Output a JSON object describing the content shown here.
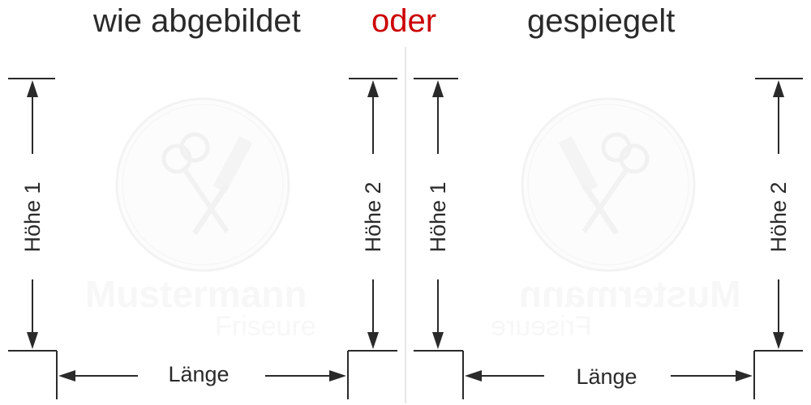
{
  "header": {
    "left_title": "wie abgebildet",
    "middle_title": "oder",
    "right_title": "gespiegelt"
  },
  "colors": {
    "text": "#2a2a2a",
    "accent": "#cc0000",
    "divider": "#e6e6e6",
    "watermark": "#f5f5f5"
  },
  "panels": [
    {
      "name": "as-shown",
      "height_left_label": "Höhe 1",
      "height_right_label": "Höhe 2",
      "length_label": "Länge",
      "logo": {
        "name": "Mustermann",
        "subtitle": "Friseure",
        "mirrored": false
      }
    },
    {
      "name": "mirrored",
      "height_left_label": "Höhe 1",
      "height_right_label": "Höhe 2",
      "length_label": "Länge",
      "logo": {
        "name": "Mustermann",
        "subtitle": "Friseure",
        "mirrored": true
      }
    }
  ]
}
